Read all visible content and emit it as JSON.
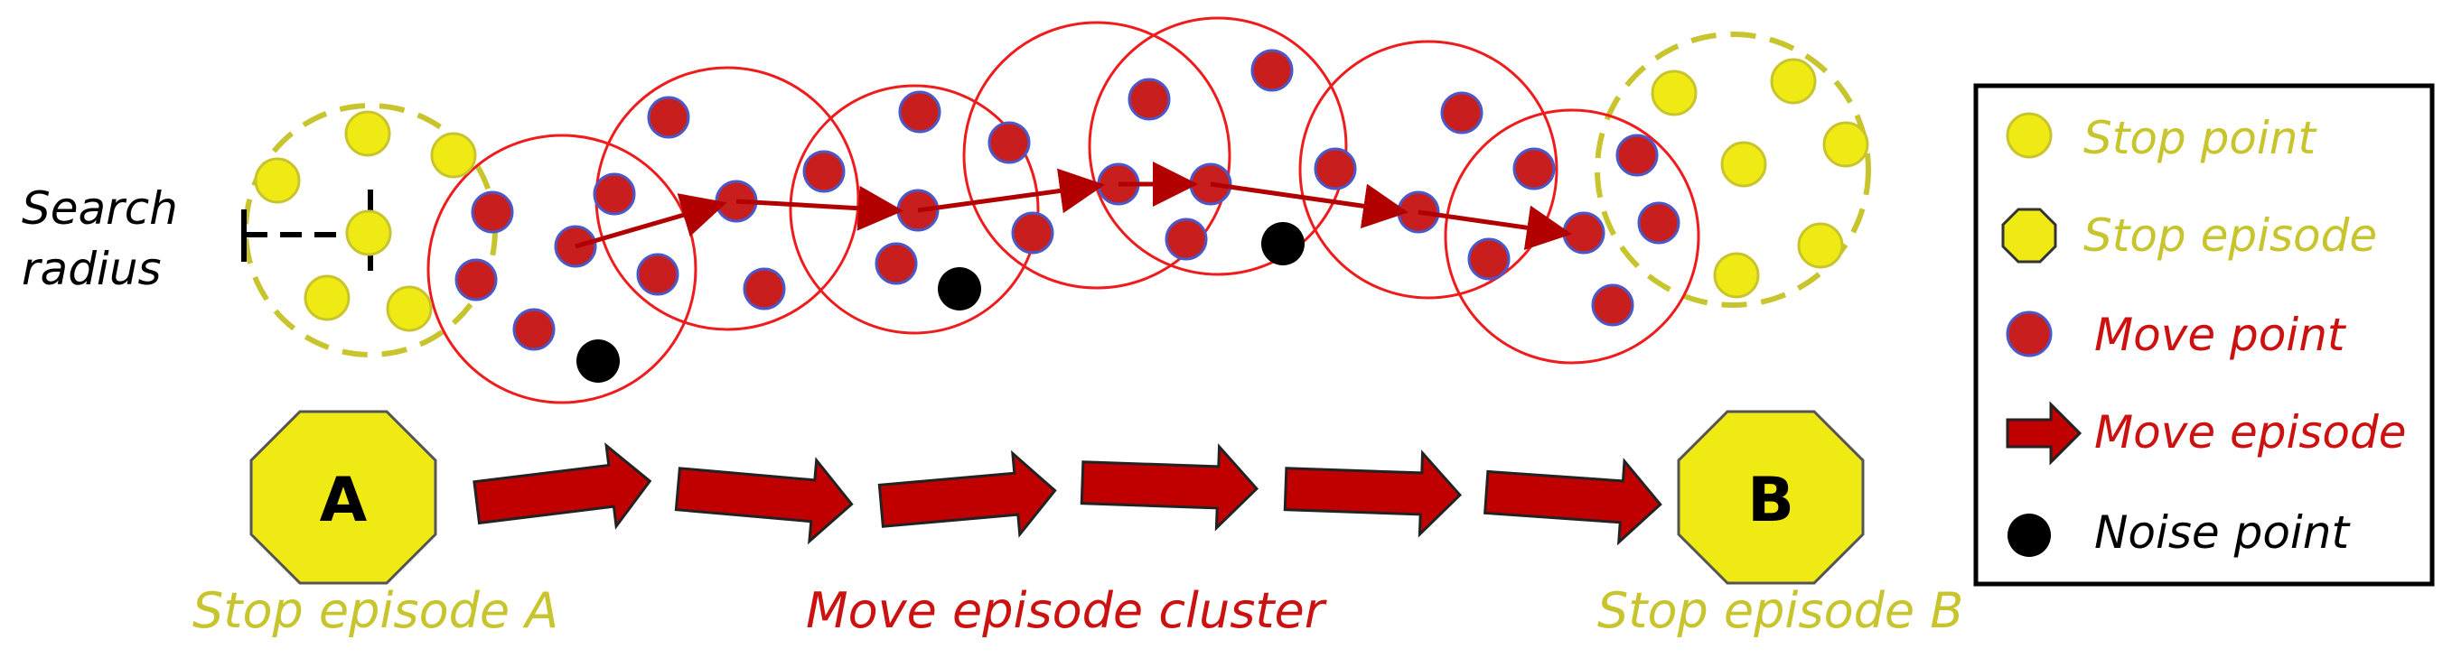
{
  "colors": {
    "stop": "#c8c42e",
    "stop_fill": "#f0ea14",
    "move": "#cc1111",
    "move_point": "#c81e1e",
    "move_point_edge": "#4a58c8",
    "arrow": "#b20000",
    "noise": "#000000",
    "legend_border": "#000000"
  },
  "icons": {
    "stop_point": "yellow-circle",
    "stop_episode": "yellow-octagon",
    "move_point": "red-circle",
    "move_episode": "red-arrow",
    "noise_point": "black-circle"
  },
  "search_radius": {
    "line1": "Search",
    "line2": "radius"
  },
  "stop_a": {
    "letter": "A",
    "caption": "Stop episode A"
  },
  "stop_b": {
    "letter": "B",
    "caption": "Stop episode B"
  },
  "move_cluster_caption": "Move episode cluster",
  "legend": {
    "items": [
      {
        "label": "Stop point"
      },
      {
        "label": "Stop episode"
      },
      {
        "label": "Move point"
      },
      {
        "label": "Move episode"
      },
      {
        "label": "Noise point"
      }
    ]
  }
}
